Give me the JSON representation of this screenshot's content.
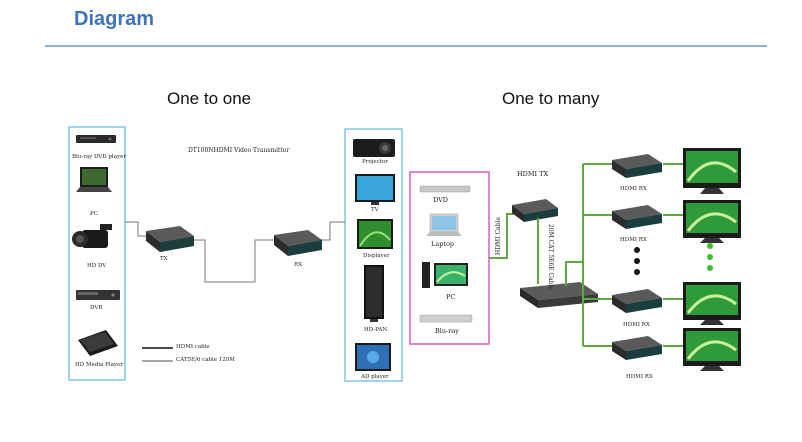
{
  "header": {
    "title": "Diagram"
  },
  "one_to_one": {
    "heading": "One to one",
    "transmitter_title": "DT100NHDMI Video Transmitter",
    "sources": [
      {
        "label": "Blu-ray DVD player",
        "icon": "bluray-player-icon"
      },
      {
        "label": "PC",
        "icon": "laptop-icon"
      },
      {
        "label": "HD DV",
        "icon": "camcorder-icon"
      },
      {
        "label": "DVR",
        "icon": "dvr-icon"
      },
      {
        "label": "HD Media Player",
        "icon": "media-player-icon"
      }
    ],
    "tx_label": "TX",
    "rx_label": "RX",
    "displays": [
      {
        "label": "Projector",
        "icon": "projector-icon"
      },
      {
        "label": "TV",
        "icon": "tv-icon"
      },
      {
        "label": "Displayer",
        "icon": "monitor-icon"
      },
      {
        "label": "HD-PAN",
        "icon": "signage-icon"
      },
      {
        "label": "AD player",
        "icon": "ad-player-icon"
      }
    ],
    "legend": [
      {
        "label": "HDMI cable",
        "style": "solid-black"
      },
      {
        "label": "CAT5E/6 cable 120M",
        "style": "solid-gray"
      }
    ]
  },
  "one_to_many": {
    "heading": "One to many",
    "sources": [
      {
        "label": "DVD",
        "icon": "dvd-player-icon"
      },
      {
        "label": "Laptop",
        "icon": "laptop-icon"
      },
      {
        "label": "PC",
        "icon": "desktop-pc-icon"
      },
      {
        "label": "Blu-ray",
        "icon": "bluray-player-icon"
      }
    ],
    "hdmi_cable_label": "HDMI Cable",
    "tx_label": "HDMI TX",
    "cat_cable_label": "20M CAT 5E6E Cable",
    "rx_labels": [
      "HDMI RX",
      "HDMI RX",
      "HDMI RX",
      "HDMI RX"
    ]
  },
  "colors": {
    "title": "#3f73b9",
    "rule": "#8fb0dc",
    "source_frame": "#7fc6e6",
    "pink_frame": "#d65fc4",
    "network_line": "#5fa844",
    "dots_black": "#111111",
    "dots_green": "#3fbf2f"
  }
}
